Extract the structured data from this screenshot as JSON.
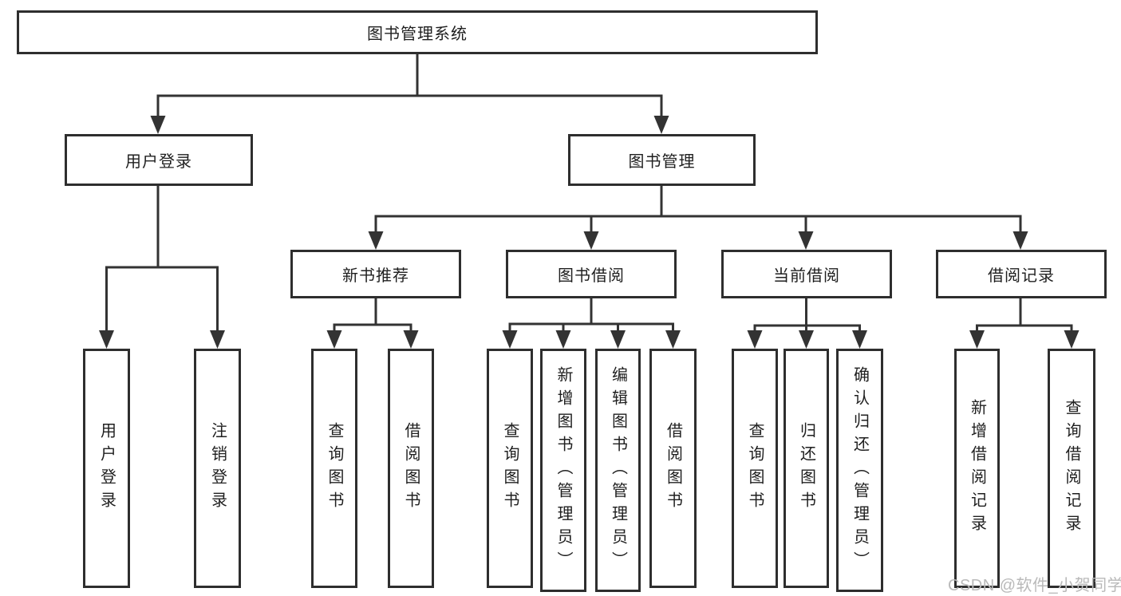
{
  "diagram": {
    "title": "图书管理系统",
    "branches": {
      "user_login": {
        "label": "用户登录",
        "children": [
          "用户登录",
          "注销登录"
        ]
      },
      "book_manage": {
        "label": "图书管理",
        "sections": [
          {
            "label": "新书推荐",
            "children": [
              "查询图书",
              "借阅图书"
            ]
          },
          {
            "label": "图书借阅",
            "children": [
              "查询图书",
              "新增图书（管理员）",
              "编辑图书（管理员）",
              "借阅图书"
            ]
          },
          {
            "label": "当前借阅",
            "children": [
              "查询图书",
              "归还图书",
              "确认归还（管理员）"
            ]
          },
          {
            "label": "借阅记录",
            "children": [
              "新增借阅记录",
              "查询借阅记录"
            ]
          }
        ]
      }
    }
  },
  "watermark": "CSDN @软件_小贺同学",
  "colors": {
    "line": "#333333",
    "border": "#2e2e2e",
    "text": "#1f1f1f",
    "watermark": "#b9b9b9"
  }
}
